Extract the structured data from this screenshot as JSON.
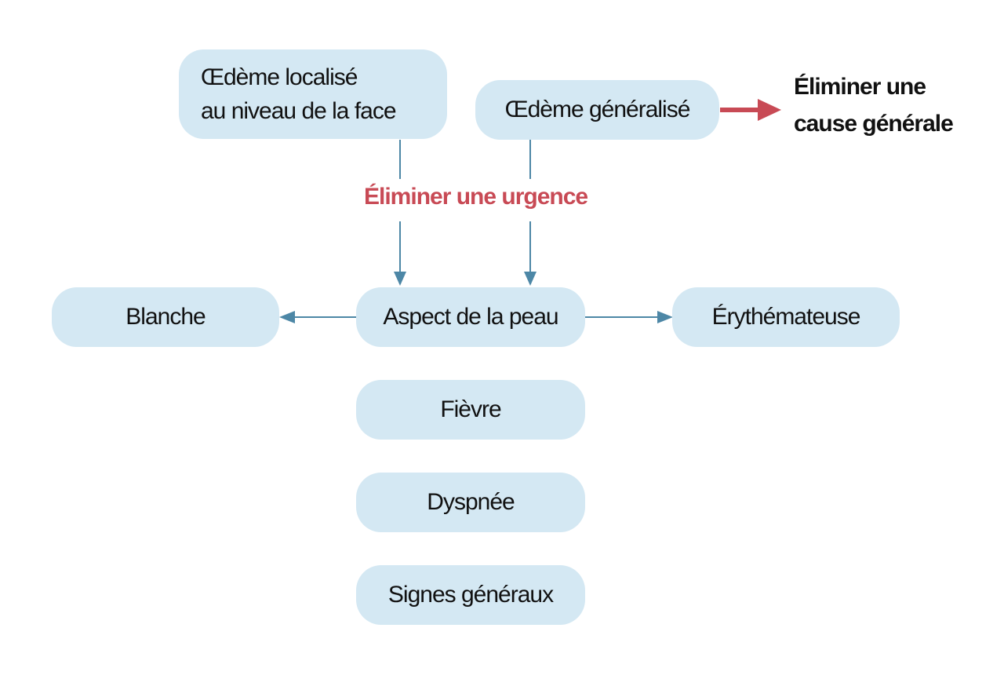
{
  "colors": {
    "node_fill": "#d4e8f3",
    "connector": "#4d87a6",
    "accent_red": "#c84a55",
    "text": "#111111"
  },
  "nodes": {
    "oedeme_localise": {
      "line1": "Œdème localisé",
      "line2": "au niveau de la face"
    },
    "oedeme_generalise": "Œdème généralisé",
    "aspect_peau": "Aspect de la peau",
    "blanche": "Blanche",
    "erythemateuse": "Érythémateuse",
    "fievre": "Fièvre",
    "dyspnee": "Dyspnée",
    "signes_generaux": "Signes généraux"
  },
  "labels": {
    "eliminer_urgence": "Éliminer une urgence",
    "eliminer_cause_generale": {
      "line1": "Éliminer une",
      "line2": "cause générale"
    }
  }
}
